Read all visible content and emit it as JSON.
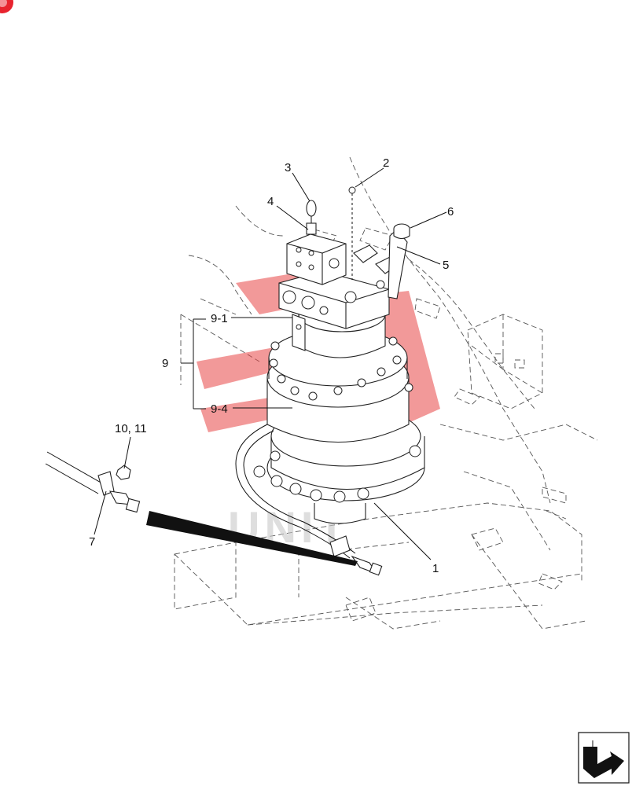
{
  "labels": {
    "l1": "1",
    "l2": "2",
    "l3": "3",
    "l4": "4",
    "l5": "5",
    "l6": "6",
    "l7": "7",
    "l9": "9",
    "l9_1": "9-1",
    "l9_4": "9-4",
    "l10_11": "10, 11"
  },
  "icons": {
    "corner_badge": "red-circle-badge-icon",
    "nav_arrow": "next-page-arrow-icon"
  },
  "colors": {
    "badge": "#e8232e",
    "watermark": "#e84545",
    "line": "#111111"
  }
}
